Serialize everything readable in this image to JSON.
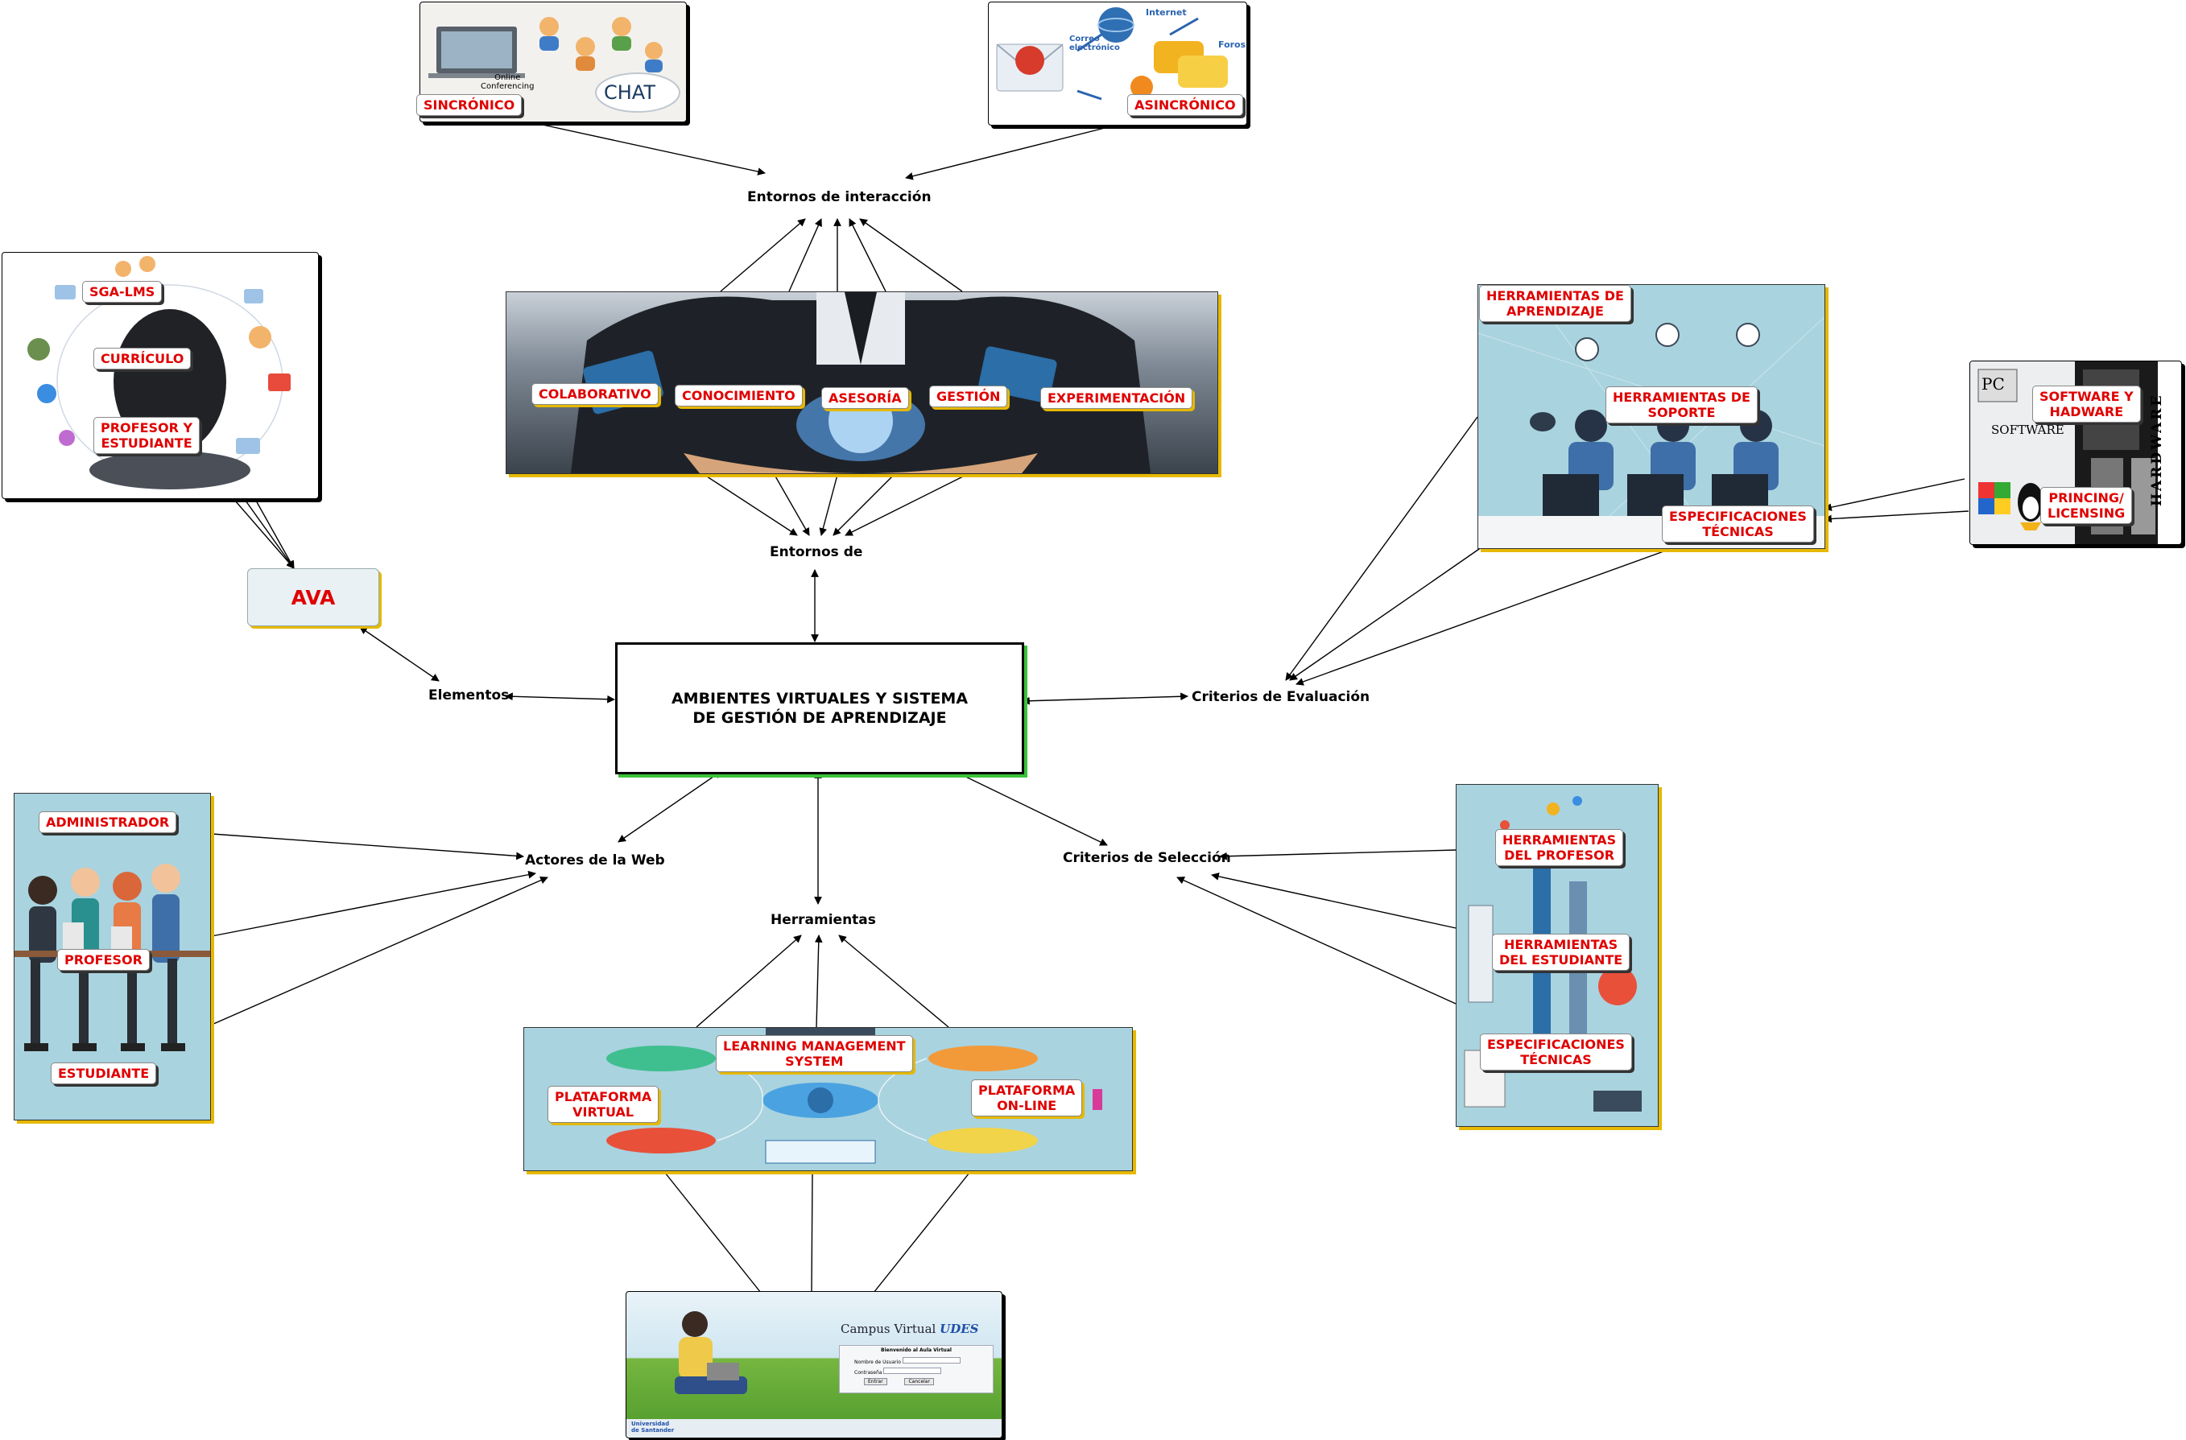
{
  "central": "AMBIENTES VIRTUALES Y SISTEMA\nDE GESTIÓN DE APRENDIZAJE",
  "ava": "AVA",
  "links": {
    "interaccion": "Entornos de interacción",
    "entornos": "Entornos de",
    "elementos": "Elementos",
    "evaluacion": "Criterios de Evaluación",
    "actores": "Actores de la Web",
    "herramientas": "Herramientas",
    "seleccion": "Criterios de Selección"
  },
  "sync": {
    "label": "SINCRÓNICO",
    "img_online": "Online\nConferencing",
    "img_chat": "CHAT"
  },
  "async": {
    "label": "ASINCRÓNICO",
    "img_internet": "Internet",
    "img_correo": "Correo\nelectrónico",
    "img_foros": "Foros"
  },
  "ava_panel": {
    "labels": [
      "SGA-LMS",
      "CURRÍCULO",
      "PROFESOR Y\nESTUDIANTE"
    ]
  },
  "entornos_panel": {
    "labels": [
      "COLABORATIVO",
      "CONOCIMIENTO",
      "ASESORÍA",
      "GESTIÓN",
      "EXPERIMENTACIÓN"
    ]
  },
  "eval_panel": {
    "labels": [
      "HERRAMIENTAS DE\nAPRENDIZAJE",
      "HERRAMIENTAS DE\nSOPORTE",
      "ESPECIFICACIONES\nTÉCNICAS"
    ]
  },
  "hw_panel": {
    "labels": [
      "SOFTWARE Y\nHADWARE",
      "PRINCING/\nLICENSING"
    ],
    "img_software": "SOFTWARE",
    "img_hardware": "HARDWARE",
    "img_pc": "PC"
  },
  "actores_panel": {
    "labels": [
      "ADMINISTRADOR",
      "PROFESOR",
      "ESTUDIANTE"
    ]
  },
  "seleccion_panel": {
    "labels": [
      "HERRAMIENTAS\nDEL PROFESOR",
      "HERRAMIENTAS\nDEL ESTUDIANTE",
      "ESPECIFICACIONES\nTÉCNICAS"
    ]
  },
  "herr_panel": {
    "labels": [
      "LEARNING MANAGEMENT\nSYSTEM",
      "PLATAFORMA\nVIRTUAL",
      "PLATAFORMA\nON-LINE"
    ]
  },
  "campus": {
    "title": "Campus Virtual",
    "brand": "UDES",
    "welcome": "Bienvenido al Aula Virtual",
    "user_label": "Nombre de Usuario",
    "pass_label": "Contraseña",
    "enter_btn": "Entrar",
    "cancel_btn": "Cancelar",
    "footer_logo": "Universidad\nde Santander"
  }
}
